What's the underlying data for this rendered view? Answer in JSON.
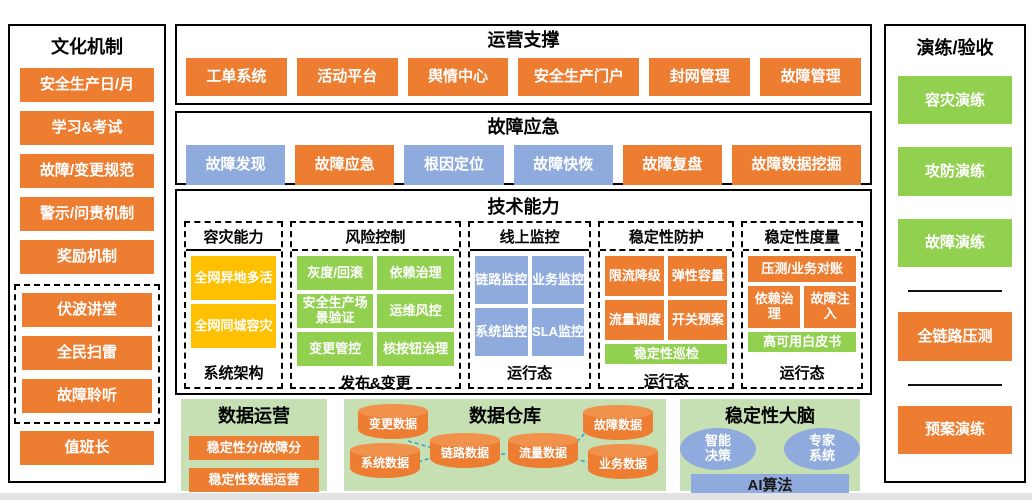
{
  "colors": {
    "orange": "#ED7D31",
    "blue": "#8FAADC",
    "green": "#92D050",
    "yellow": "#FFC000",
    "panel_bg_green": "#C6E0B4",
    "connector_teal": "#35A3C9",
    "border": "#000000"
  },
  "culture": {
    "title": "文化机制",
    "items": [
      "安全生产日/月",
      "学习&考试",
      "故障/变更规范",
      "警示/问责机制",
      "奖励机制"
    ],
    "dashed_items": [
      "伏波讲堂",
      "全民扫雷",
      "故障聆听"
    ],
    "last_item": "值班长"
  },
  "ops_support": {
    "title": "运营支撑",
    "items": [
      "工单系统",
      "活动平台",
      "舆情中心",
      "安全生产门户",
      "封网管理",
      "故障管理"
    ]
  },
  "fault_emergency": {
    "title": "故障应急",
    "items": [
      {
        "label": "故障发现",
        "color": "blue"
      },
      {
        "label": "故障应急",
        "color": "orange"
      },
      {
        "label": "根因定位",
        "color": "blue"
      },
      {
        "label": "故障快恢",
        "color": "blue"
      },
      {
        "label": "故障复盘",
        "color": "orange"
      },
      {
        "label": "故障数据挖掘",
        "color": "orange"
      }
    ]
  },
  "tech": {
    "title": "技术能力",
    "panels": [
      {
        "title": "容灾能力",
        "footer": "系统架构",
        "items": [
          {
            "label": "全网异地多活",
            "color": "yellow"
          },
          {
            "label": "全网同城容灾",
            "color": "yellow"
          }
        ]
      },
      {
        "title": "风险控制",
        "footer": "发布&变更",
        "items": [
          {
            "label": "灰度/回滚",
            "color": "green"
          },
          {
            "label": "依赖治理",
            "color": "green"
          },
          {
            "label": "安全生产场景验证",
            "color": "green"
          },
          {
            "label": "运维风控",
            "color": "green"
          },
          {
            "label": "变更管控",
            "color": "green"
          },
          {
            "label": "核按钮治理",
            "color": "green"
          }
        ]
      },
      {
        "title": "线上监控",
        "footer": "运行态",
        "items": [
          {
            "label": "链路监控",
            "color": "blue"
          },
          {
            "label": "业务监控",
            "color": "blue"
          },
          {
            "label": "系统监控",
            "color": "blue"
          },
          {
            "label": "SLA监控",
            "color": "blue"
          }
        ]
      },
      {
        "title": "稳定性防护",
        "footer": "运行态",
        "items": [
          {
            "label": "限流降级",
            "color": "orange"
          },
          {
            "label": "弹性容量",
            "color": "orange"
          },
          {
            "label": "流量调度",
            "color": "orange"
          },
          {
            "label": "开关预案",
            "color": "orange"
          },
          {
            "label": "稳定性巡检",
            "color": "green"
          }
        ]
      },
      {
        "title": "稳定性度量",
        "footer": "运行态",
        "items": [
          {
            "label": "压测/业务对账",
            "color": "orange"
          },
          {
            "label": "依赖治理",
            "color": "orange"
          },
          {
            "label": "故障注入",
            "color": "orange"
          },
          {
            "label": "高可用白皮书",
            "color": "green"
          }
        ]
      }
    ]
  },
  "data_ops": {
    "title": "数据运营",
    "items": [
      "稳定性分/故障分",
      "稳定性数据运营"
    ]
  },
  "warehouse": {
    "title": "数据仓库",
    "cylinders": [
      "变更数据",
      "系统数据",
      "链路数据",
      "流量数据",
      "故障数据",
      "业务数据"
    ]
  },
  "brain": {
    "title": "稳定性大脑",
    "nodes": [
      "智能决策",
      "专家系统"
    ],
    "bar": "AI算法"
  },
  "drill": {
    "title": "演练/验收",
    "green_items": [
      "容灾演练",
      "攻防演练",
      "故障演练"
    ],
    "orange_items": [
      "全链路压测",
      "预案演练"
    ]
  }
}
